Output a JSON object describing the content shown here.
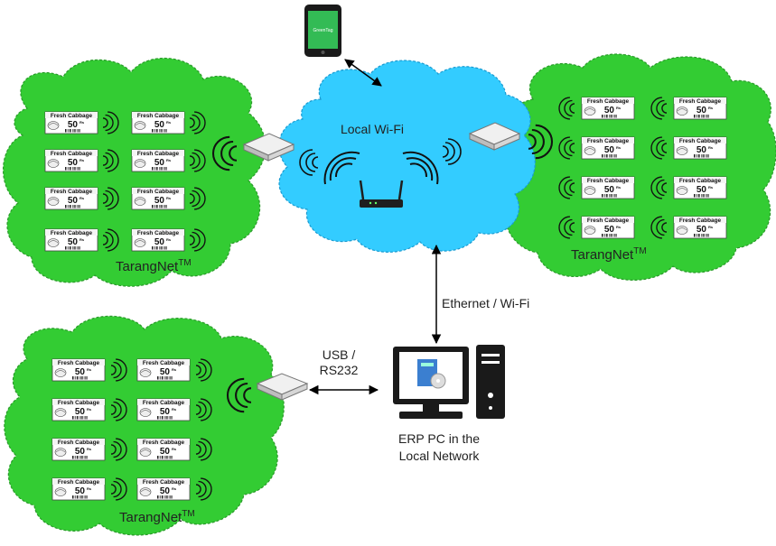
{
  "labels": {
    "wifi": "Local Wi-Fi",
    "ethernet": "Ethernet / Wi-Fi",
    "usb_line1": "USB /",
    "usb_line2": "RS232",
    "erp_line1": "ERP PC in the",
    "erp_line2": "Local Network",
    "phone_screen": "GreenTag"
  },
  "tarangnet": {
    "name": "TarangNet",
    "mark": "TM"
  },
  "tag": {
    "title": "Fresh Cabbage",
    "price": "50",
    "unit": "Rs"
  },
  "colors": {
    "cloud_green": "#33cc33",
    "cloud_blue": "#33ccff",
    "phone_screen": "#33bb55",
    "pc_dark": "#1a1a1a",
    "router": "#1f1f1f",
    "gateway": "#dcdcdc"
  },
  "icons": [
    "phone-icon",
    "router-icon",
    "gateway-icon",
    "pc-icon",
    "wifi-signal-icon",
    "esl-tag-icon"
  ]
}
